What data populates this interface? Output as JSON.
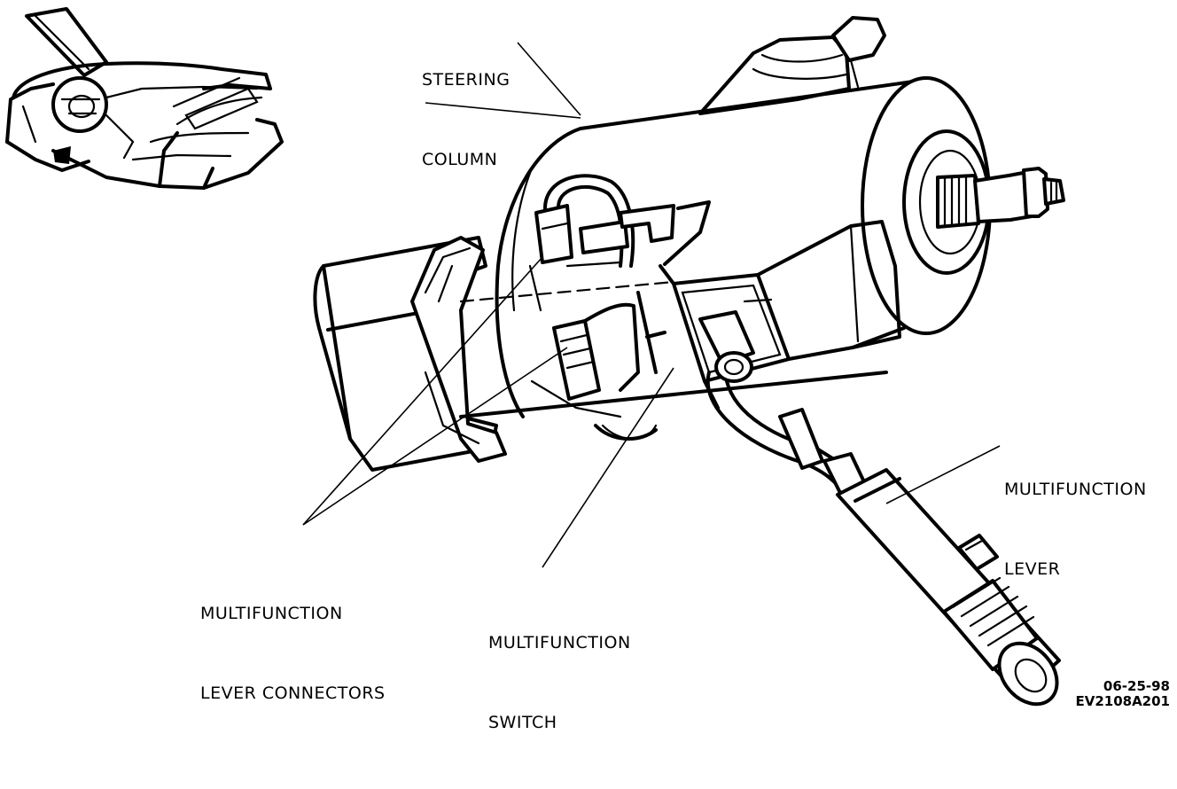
{
  "labels": {
    "steering_column": [
      "STEERING",
      "COLUMN"
    ],
    "multifunction_lever": [
      "MULTIFUNCTION",
      "LEVER"
    ],
    "lever_connectors": [
      "MULTIFUNCTION",
      "LEVER CONNECTORS"
    ],
    "multifunction_switch": [
      "MULTIFUNCTION",
      "SWITCH"
    ]
  },
  "figure_code": {
    "date": "06-25-98",
    "id": "EV2108A201"
  }
}
